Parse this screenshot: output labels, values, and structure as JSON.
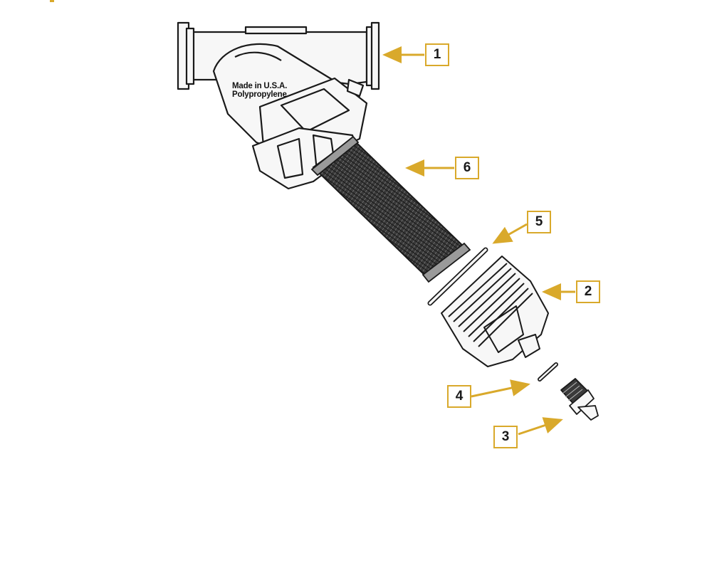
{
  "stamp": {
    "line1": "Made in U.S.A.",
    "line2": "Polypropylene"
  },
  "callouts": [
    {
      "id": "1",
      "label": "1"
    },
    {
      "id": "2",
      "label": "2"
    },
    {
      "id": "3",
      "label": "3"
    },
    {
      "id": "4",
      "label": "4"
    },
    {
      "id": "5",
      "label": "5"
    },
    {
      "id": "6",
      "label": "6"
    }
  ],
  "colors": {
    "accent": "#d9a92b",
    "line": "#1a1a1a",
    "body_fill": "#f7f7f7",
    "gasket_gray": "#9a9a9a"
  }
}
